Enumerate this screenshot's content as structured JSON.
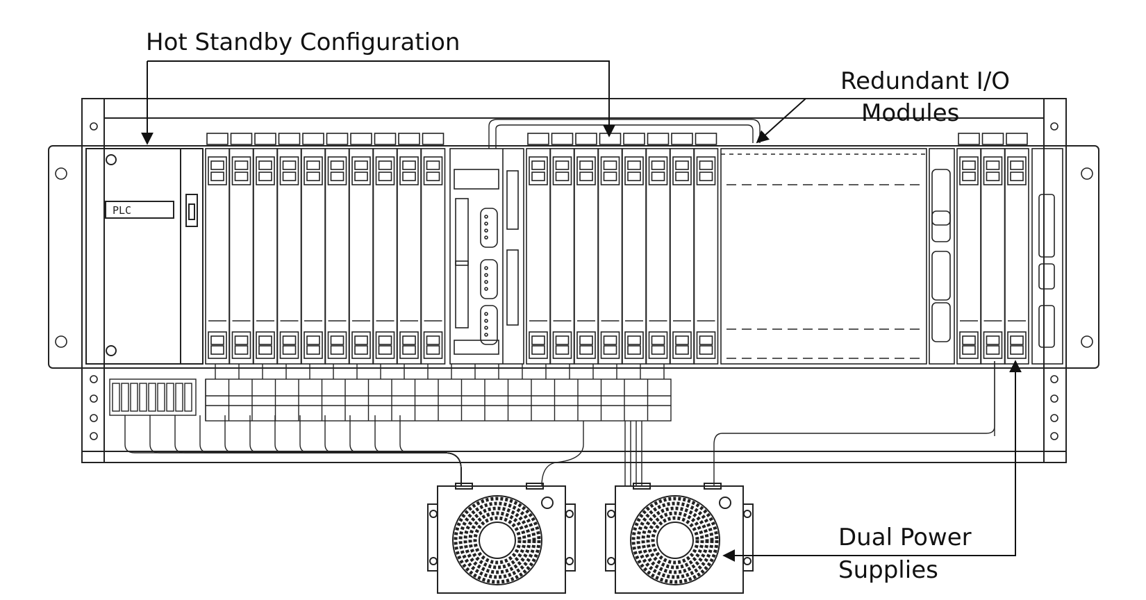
{
  "diagram": {
    "callouts": {
      "hot_standby": "Hot Standby Configuration",
      "redundant_io_line1": "Redundant I/O",
      "redundant_io_line2": "Modules",
      "dual_power_line1": "Dual Power",
      "dual_power_line2": "Supplies"
    },
    "cpu_label": "PLC",
    "colors": {
      "line": "#222222",
      "background": "#ffffff",
      "text": "#111111"
    },
    "icons": [
      "fan-icon",
      "arrow-icon",
      "connector-icon"
    ]
  }
}
